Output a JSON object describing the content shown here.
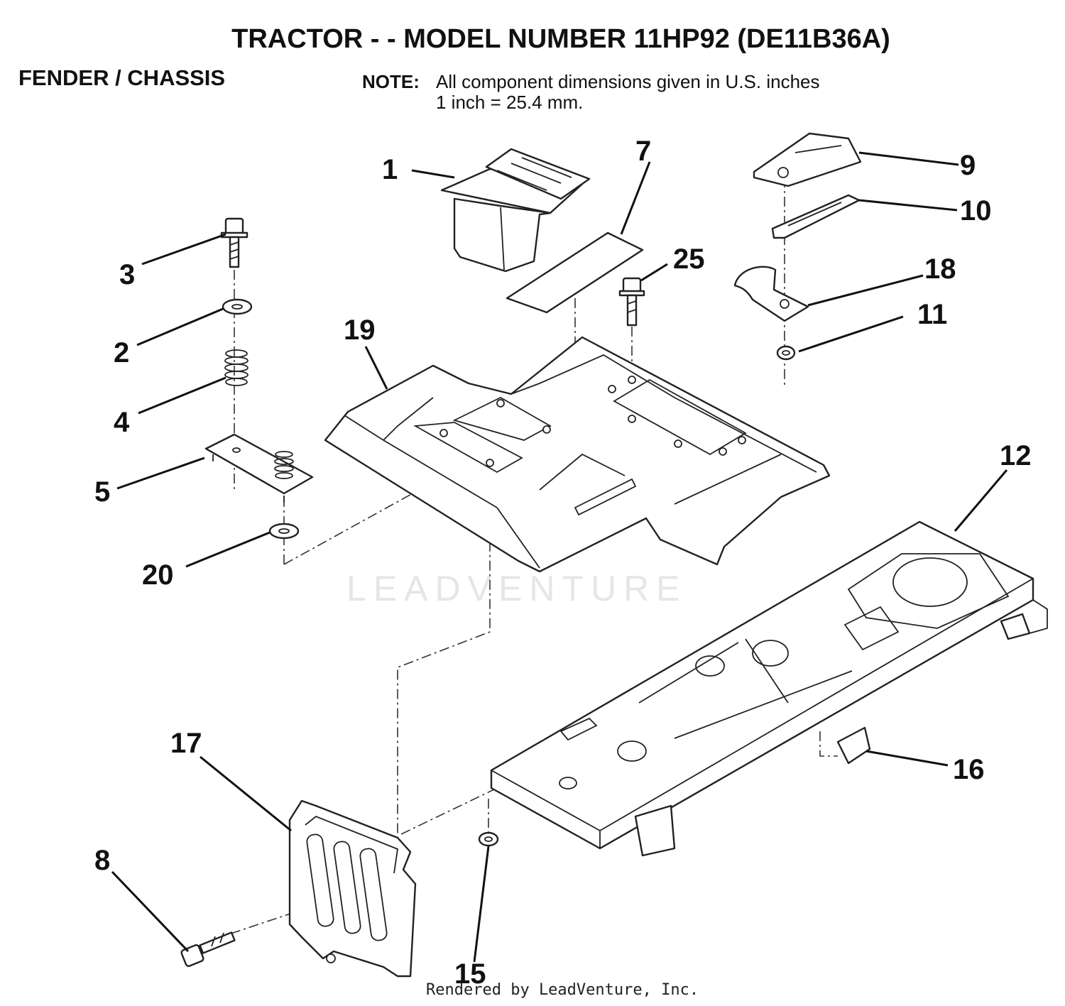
{
  "header": {
    "title": "TRACTOR - - MODEL NUMBER 11HP92 (DE11B36A)",
    "section": "FENDER / CHASSIS"
  },
  "note": {
    "label": "NOTE:",
    "line1": "All component dimensions given in U.S. inches",
    "line2": "1 inch = 25.4 mm."
  },
  "callouts": {
    "p1": "1",
    "p2": "2",
    "p3": "3",
    "p4": "4",
    "p5": "5",
    "p7": "7",
    "p8": "8",
    "p9": "9",
    "p10": "10",
    "p11": "11",
    "p12": "12",
    "p15": "15",
    "p16": "16",
    "p17": "17",
    "p18": "18",
    "p19": "19",
    "p20": "20",
    "p25": "25"
  },
  "watermark": "LEADVENTURE",
  "footer": "Rendered by LeadVenture, Inc."
}
